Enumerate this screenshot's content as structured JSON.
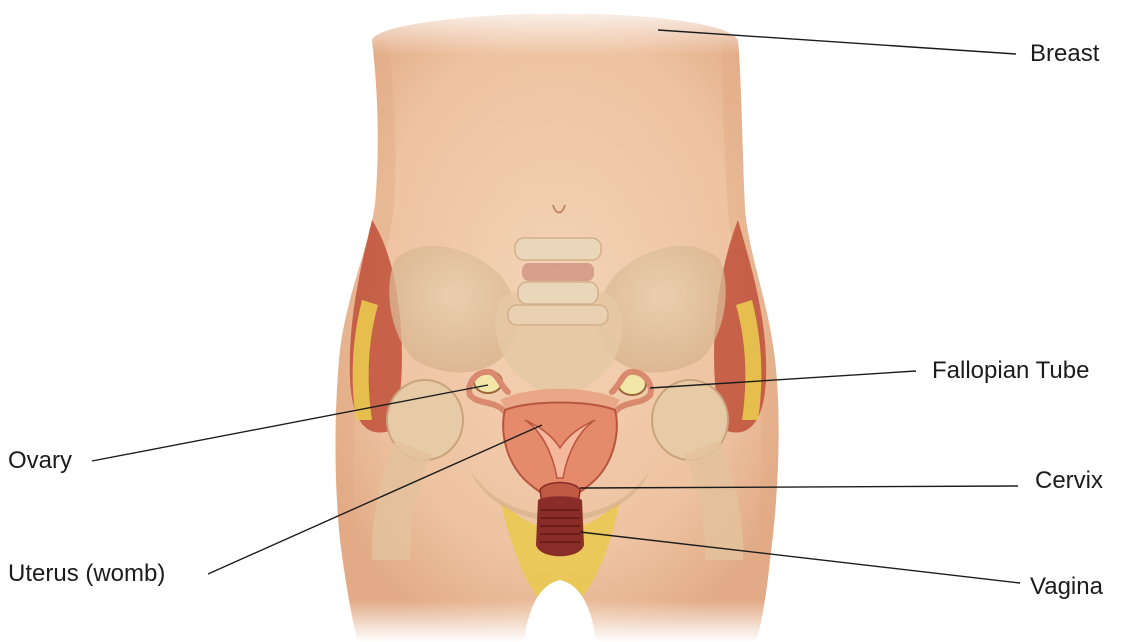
{
  "labels": {
    "breast": "Breast",
    "fallopian_tube": "Fallopian Tube",
    "ovary": "Ovary",
    "cervix": "Cervix",
    "uterus": "Uterus (womb)",
    "vagina": "Vagina"
  },
  "colors": {
    "background": "#ffffff",
    "skin": "#f0c8a8",
    "skin_shadow": "#e3ab86",
    "muscle": "#c0503a",
    "bone": "#e8cfae",
    "fat": "#e9c94e",
    "uterus": "#e58a6a",
    "vaginal_canal": "#8a2c27",
    "leader_line": "#1c1c1c",
    "label_text": "#1c1c1c"
  }
}
